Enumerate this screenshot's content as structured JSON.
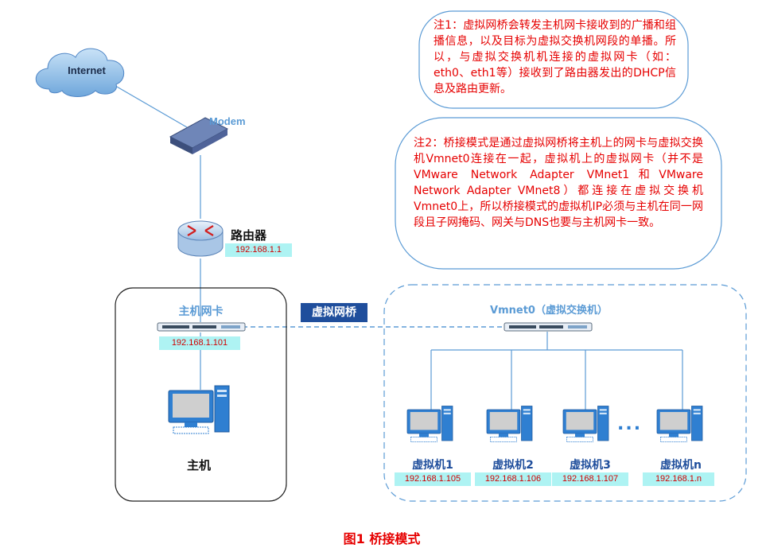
{
  "notes": {
    "note1": "注1：虚拟网桥会转发主机网卡接收到的广播和组播信息，以及目标为虚拟交换机网段的单播。所以，与虚拟交换机机连接的虚拟网卡（如：eth0、eth1等）接收到了路由器发出的DHCP信息及路由更新。",
    "note2": "注2：桥接模式是通过虚拟网桥将主机上的网卡与虚拟交换机Vmnet0连接在一起，虚拟机上的虚拟网卡（并不是VMware Network Adapter VMnet1和VMware Network Adapter VMnet8）都连接在虚拟交换机Vmnet0上，所以桥接模式的虚拟机IP必须与主机在同一网段且子网掩码、网关与DNS也要与主机网卡一致。"
  },
  "internet": {
    "label": "Internet"
  },
  "modem": {
    "label": "Modem"
  },
  "router": {
    "label": "路由器",
    "ip": "192.168.1.1"
  },
  "host": {
    "nic_label": "主机网卡",
    "nic_ip": "192.168.1.101",
    "label": "主机"
  },
  "bridge": {
    "label": "虚拟网桥"
  },
  "vswitch": {
    "label": "Vmnet0（虚拟交换机）"
  },
  "vms": [
    {
      "label": "虚拟机1",
      "ip": "192.168.1.105"
    },
    {
      "label": "虚拟机2",
      "ip": "192.168.1.106"
    },
    {
      "label": "虚拟机3",
      "ip": "192.168.1.107"
    },
    {
      "label": "虚拟机n",
      "ip": "192.168.1.n"
    }
  ],
  "ellipsis": "...",
  "caption": "图1  桥接模式",
  "colors": {
    "line": "#5b9bd5",
    "note_text": "#e60000",
    "ip_bg": "#aef3f3",
    "bridge_bg": "#1f4e9c"
  }
}
